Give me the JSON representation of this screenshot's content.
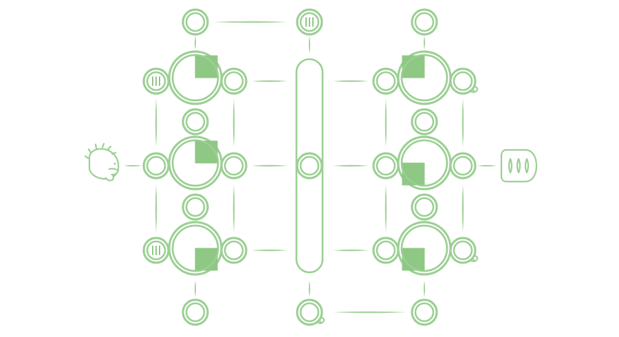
{
  "board": {
    "colors": {
      "stroke": "#9ccf94",
      "fill": "#8fc785",
      "connector": "#a7d49e",
      "background": "#ffffff"
    },
    "big_dials": [
      {
        "id": "left-top",
        "quadrant": "top-right"
      },
      {
        "id": "left-mid",
        "quadrant": "top-right"
      },
      {
        "id": "left-bot",
        "quadrant": "bottom-right"
      },
      {
        "id": "right-top",
        "quadrant": "top-left"
      },
      {
        "id": "right-mid",
        "quadrant": "bottom-left"
      },
      {
        "id": "right-bot",
        "quadrant": "bottom-left"
      }
    ],
    "small_nodes": [
      {
        "id": "top-left",
        "mark": "none"
      },
      {
        "id": "top-center",
        "mark": "lines"
      },
      {
        "id": "top-right",
        "mark": "none"
      },
      {
        "id": "left-top-west",
        "mark": "lines"
      },
      {
        "id": "left-top-east",
        "mark": "none"
      },
      {
        "id": "left-gap-1",
        "mark": "none"
      },
      {
        "id": "left-mid-west",
        "mark": "none"
      },
      {
        "id": "left-mid-east",
        "mark": "none"
      },
      {
        "id": "left-gap-2",
        "mark": "none"
      },
      {
        "id": "left-bot-west",
        "mark": "lines"
      },
      {
        "id": "left-bot-east",
        "mark": "none"
      },
      {
        "id": "center-tube",
        "mark": "none"
      },
      {
        "id": "right-top-west",
        "mark": "none"
      },
      {
        "id": "right-top-east",
        "mark": "tail"
      },
      {
        "id": "right-gap-1",
        "mark": "none"
      },
      {
        "id": "right-mid-west",
        "mark": "none"
      },
      {
        "id": "right-mid-east",
        "mark": "none"
      },
      {
        "id": "right-gap-2",
        "mark": "none"
      },
      {
        "id": "right-bot-west",
        "mark": "none"
      },
      {
        "id": "right-bot-east",
        "mark": "tail"
      },
      {
        "id": "bottom-left",
        "mark": "none"
      },
      {
        "id": "bottom-center",
        "mark": "tail"
      },
      {
        "id": "bottom-right",
        "mark": "none"
      }
    ],
    "icons": {
      "left": "hedgehog-icon",
      "right": "seed-pod-icon"
    }
  }
}
